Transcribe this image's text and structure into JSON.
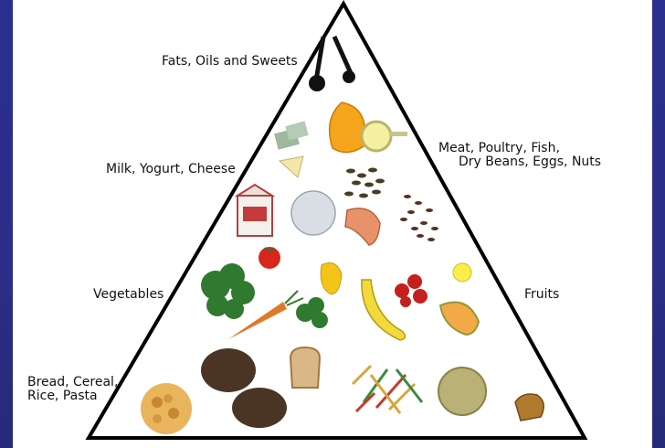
{
  "pyramid": {
    "labels": {
      "fats": "Fats, Oils and Sweets",
      "milk": "Milk, Yogurt, Cheese",
      "meat_line1": "Meat, Poultry, Fish,",
      "meat_line2": "Dry Beans, Eggs, Nuts",
      "vegetables": "Vegetables",
      "fruits": "Fruits",
      "bread_line1": "Bread, Cereal,",
      "bread_line2": "Rice, Pasta"
    },
    "food_icons": [
      "measuring-spoons-icon",
      "butter-icon",
      "orange-slice-icon",
      "oil-cup-icon",
      "cheese-wedge-icon",
      "milk-carton-icon",
      "milk-glass-icon",
      "seeds-icon",
      "salmon-steak-icon",
      "beans-icon",
      "tomato-icon",
      "broccoli-icon",
      "carrot-icon",
      "pepper-icon",
      "banana-icon",
      "strawberries-icon",
      "lemon-icon",
      "melon-icon",
      "cereal-icon",
      "bread-loaf-icon",
      "toast-slice-icon",
      "pasta-icon",
      "rice-bowl-icon",
      "muffin-icon"
    ]
  }
}
